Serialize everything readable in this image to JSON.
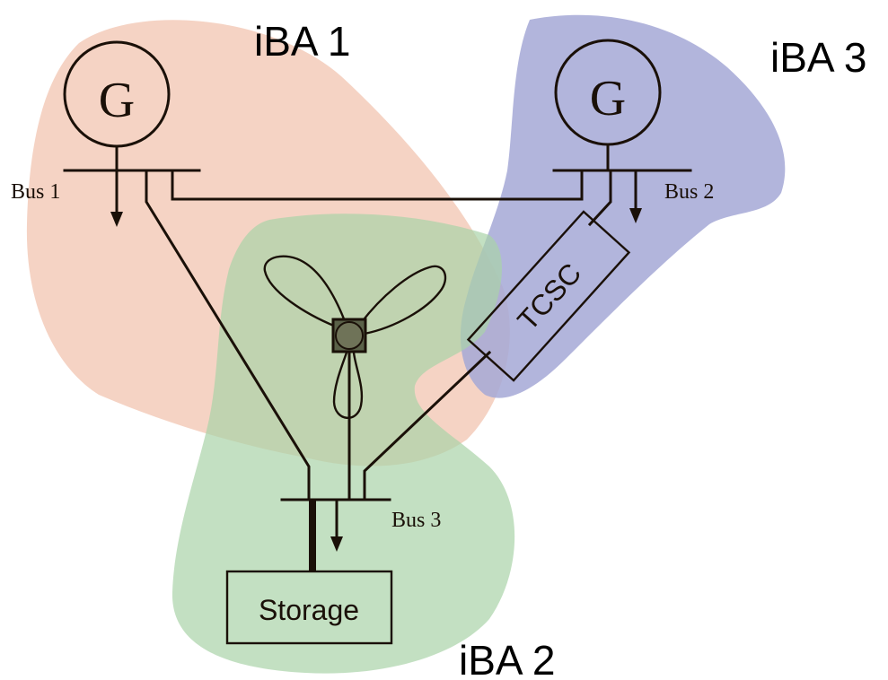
{
  "areas": [
    {
      "id": "iba1",
      "label": "iBA 1",
      "color": "#f2c4b0"
    },
    {
      "id": "iba2",
      "label": "iBA 2",
      "color": "#a9d3a8"
    },
    {
      "id": "iba3",
      "label": "iBA 3",
      "color": "#a4a8d6"
    }
  ],
  "buses": {
    "bus1": "Bus 1",
    "bus2": "Bus 2",
    "bus3": "Bus 3"
  },
  "generators": {
    "gen1": "G",
    "gen2": "G"
  },
  "devices": {
    "tcsc": "TCSC",
    "storage": "Storage"
  },
  "icons": [
    "wind-turbine-icon",
    "load-arrow-icon",
    "generator-icon"
  ]
}
